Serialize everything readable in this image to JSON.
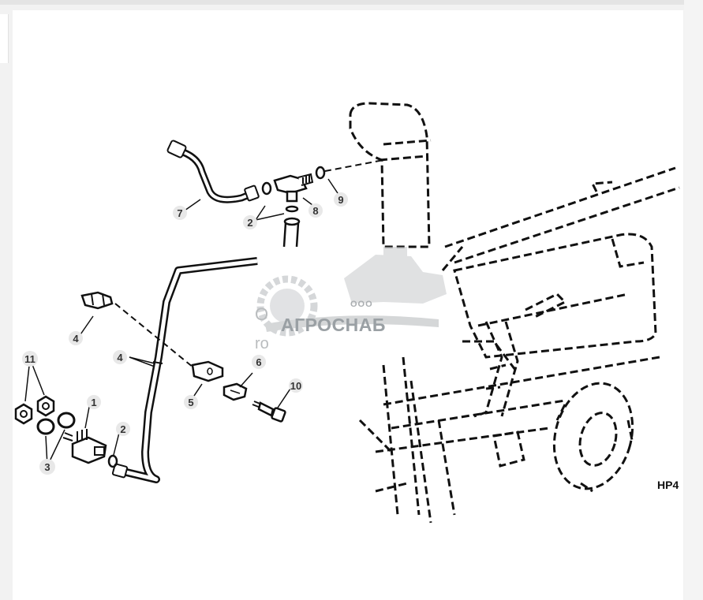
{
  "diagram": {
    "figure_code": "HP4",
    "callouts": [
      {
        "id": "c1",
        "label": "1"
      },
      {
        "id": "c2a",
        "label": "2"
      },
      {
        "id": "c2b",
        "label": "2"
      },
      {
        "id": "c3",
        "label": "3"
      },
      {
        "id": "c4a",
        "label": "4"
      },
      {
        "id": "c4b",
        "label": "4"
      },
      {
        "id": "c5",
        "label": "5"
      },
      {
        "id": "c6",
        "label": "6"
      },
      {
        "id": "c7",
        "label": "7"
      },
      {
        "id": "c8",
        "label": "8"
      },
      {
        "id": "c9",
        "label": "9"
      },
      {
        "id": "c10",
        "label": "10"
      },
      {
        "id": "c11",
        "label": "11"
      }
    ]
  },
  "watermark": {
    "prefix": "ООО",
    "company": "АГРОСНАБ",
    "fragment_top": "O",
    "fragment_bottom": "ro"
  },
  "colors": {
    "ink": "#111111",
    "watermark": "#9aa0a4",
    "background": "#ffffff"
  }
}
